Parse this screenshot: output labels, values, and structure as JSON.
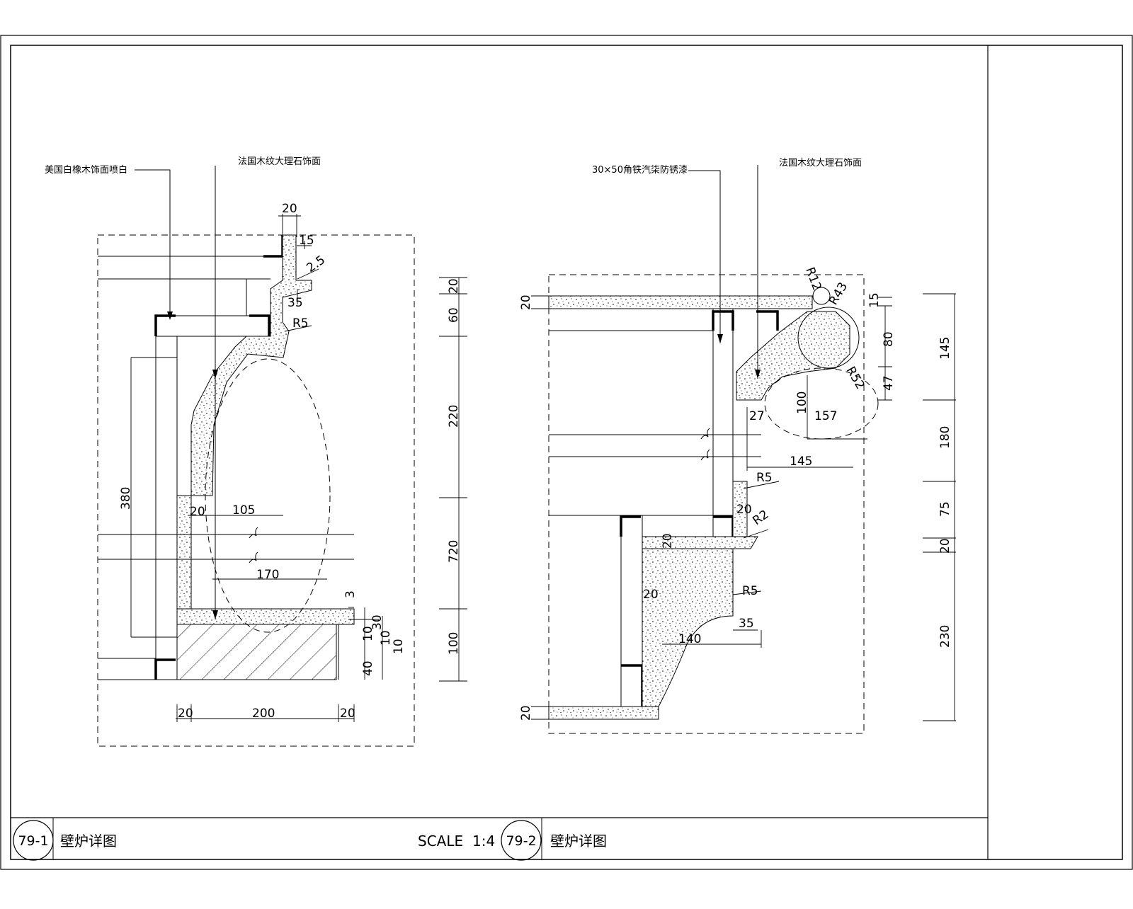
{
  "sheet": {
    "scale_label": "SCALE",
    "scale_value": "1:4"
  },
  "detail_left": {
    "number": "79-1",
    "title": "壁炉详图",
    "notes": {
      "wood": "美国白橡木饰面喷白",
      "marble": "法国木纹大理石饰面"
    },
    "dims": {
      "top_20": "20",
      "d15": "15",
      "d2_5": "2.5",
      "d35": "35",
      "r5": "R5",
      "d380": "380",
      "d20a": "20",
      "d105": "105",
      "d170": "170",
      "d3": "3",
      "d30": "30",
      "d10a": "10",
      "d10b": "10",
      "d10c": "10",
      "d40": "40",
      "b20a": "20",
      "b200": "200",
      "b20b": "20",
      "v20": "20",
      "v60": "60",
      "v220": "220",
      "v720": "720",
      "v100": "100"
    }
  },
  "detail_right": {
    "number": "79-2",
    "title": "壁炉详图",
    "notes": {
      "steel": "30×50角铁汽柒防锈漆",
      "marble": "法国木纹大理石饰面"
    },
    "dims": {
      "top20": "20",
      "r12": "R12",
      "r43": "R43",
      "r52": "R52",
      "d15": "15",
      "d80": "80",
      "d47": "47",
      "d100": "100",
      "d27": "27",
      "d157": "157",
      "d145": "145",
      "r5a": "R5",
      "d20b": "20",
      "r2": "R2",
      "d20c": "20",
      "d20d": "20",
      "r5b": "R5",
      "d35": "35",
      "d140": "140",
      "bot20": "20",
      "v145": "145",
      "v180": "180",
      "v75": "75",
      "v20": "20",
      "v230": "230"
    }
  }
}
